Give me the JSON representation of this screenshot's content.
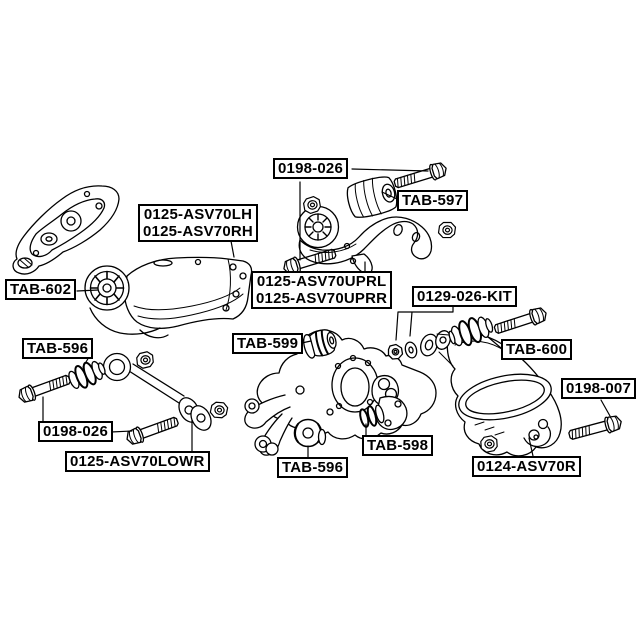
{
  "canvas": {
    "background": "#ffffff",
    "line_color": "#000000",
    "label_border_color": "#000000",
    "label_text_color": "#000000"
  },
  "labels": [
    {
      "name": "0198-026-top",
      "lines": [
        "0198-026"
      ]
    },
    {
      "name": "tab-597",
      "lines": [
        "TAB-597"
      ]
    },
    {
      "name": "0125-asv70lh-rh",
      "lines": [
        "0125-ASV70LH",
        "0125-ASV70RH"
      ]
    },
    {
      "name": "tab-602",
      "lines": [
        "TAB-602"
      ]
    },
    {
      "name": "0125-asv70uprl-uprr",
      "lines": [
        "0125-ASV70UPRL",
        "0125-ASV70UPRR"
      ]
    },
    {
      "name": "0129-026-kit",
      "lines": [
        "0129-026-KIT"
      ]
    },
    {
      "name": "tab-596-left",
      "lines": [
        "TAB-596"
      ]
    },
    {
      "name": "tab-599",
      "lines": [
        "TAB-599"
      ]
    },
    {
      "name": "tab-600",
      "lines": [
        "TAB-600"
      ]
    },
    {
      "name": "0198-007",
      "lines": [
        "0198-007"
      ]
    },
    {
      "name": "0198-026-left",
      "lines": [
        "0198-026"
      ]
    },
    {
      "name": "0125-asv70lowr",
      "lines": [
        "0125-ASV70LOWR"
      ]
    },
    {
      "name": "tab-598",
      "lines": [
        "TAB-598"
      ]
    },
    {
      "name": "tab-596-bottom",
      "lines": [
        "TAB-596"
      ]
    },
    {
      "name": "0124-asv70r",
      "lines": [
        "0124-ASV70R"
      ]
    }
  ],
  "parts": [
    {
      "name": "body-side-bracket"
    },
    {
      "name": "trailing-arm",
      "label": "0125-ASV70LH / 0125-ASV70RH"
    },
    {
      "name": "trailing-arm-bushing",
      "label": "TAB-602"
    },
    {
      "name": "upper-control-arm",
      "label": "0125-ASV70UPRL / 0125-ASV70UPRR"
    },
    {
      "name": "upper-arm-bushing",
      "label": "TAB-597"
    },
    {
      "name": "upper-arm-bolts",
      "label": "0198-026"
    },
    {
      "name": "camber-adjust-kit",
      "label": "0129-026-KIT"
    },
    {
      "name": "adjust-arm-boot",
      "label": "TAB-600"
    },
    {
      "name": "lateral-rod",
      "label": "0125-ASV70LOWR"
    },
    {
      "name": "lateral-rod-boot",
      "label": "TAB-596"
    },
    {
      "name": "lateral-rod-bolts",
      "label": "0198-026"
    },
    {
      "name": "knuckle-upper-bushing",
      "label": "TAB-599"
    },
    {
      "name": "knuckle-lower-bushing",
      "label": "TAB-596"
    },
    {
      "name": "knuckle-bracket-bushing",
      "label": "TAB-598"
    },
    {
      "name": "rear-spring-arm",
      "label": "0124-ASV70R"
    },
    {
      "name": "spring-arm-bolt",
      "label": "0198-007"
    }
  ]
}
